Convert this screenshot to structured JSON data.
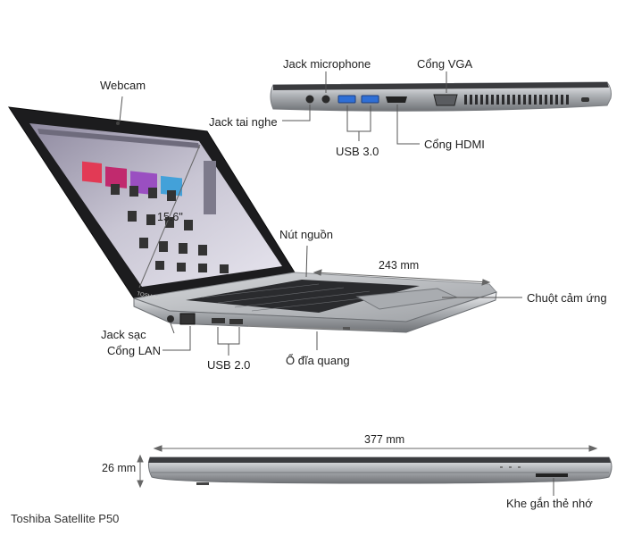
{
  "product": {
    "name": "Toshiba Satellite P50"
  },
  "screen": {
    "diagonal": "15.6\"",
    "brand": "TOSHIBA"
  },
  "labels": {
    "webcam": "Webcam",
    "jack_microphone": "Jack microphone",
    "cong_vga": "Cổng VGA",
    "jack_tai_nghe": "Jack tai nghe",
    "usb30": "USB 3.0",
    "cong_hdmi": "Cổng HDMI",
    "nut_nguon": "Nút nguồn",
    "chuot_cam_ung": "Chuột cảm ứng",
    "jack_sac": "Jack sạc",
    "cong_lan": "Cổng LAN",
    "usb20": "USB 2.0",
    "o_dia_quang": "Ổ đĩa quang",
    "khe_gan_the_nho": "Khe gắn thẻ nhớ"
  },
  "dimensions": {
    "depth": "243 mm",
    "width": "377 mm",
    "height": "26 mm"
  },
  "colors": {
    "bezel": "#1c1c1e",
    "chassis": "#b9bcc0",
    "usb3_blue": "#2f6fd6",
    "line": "#555555"
  }
}
